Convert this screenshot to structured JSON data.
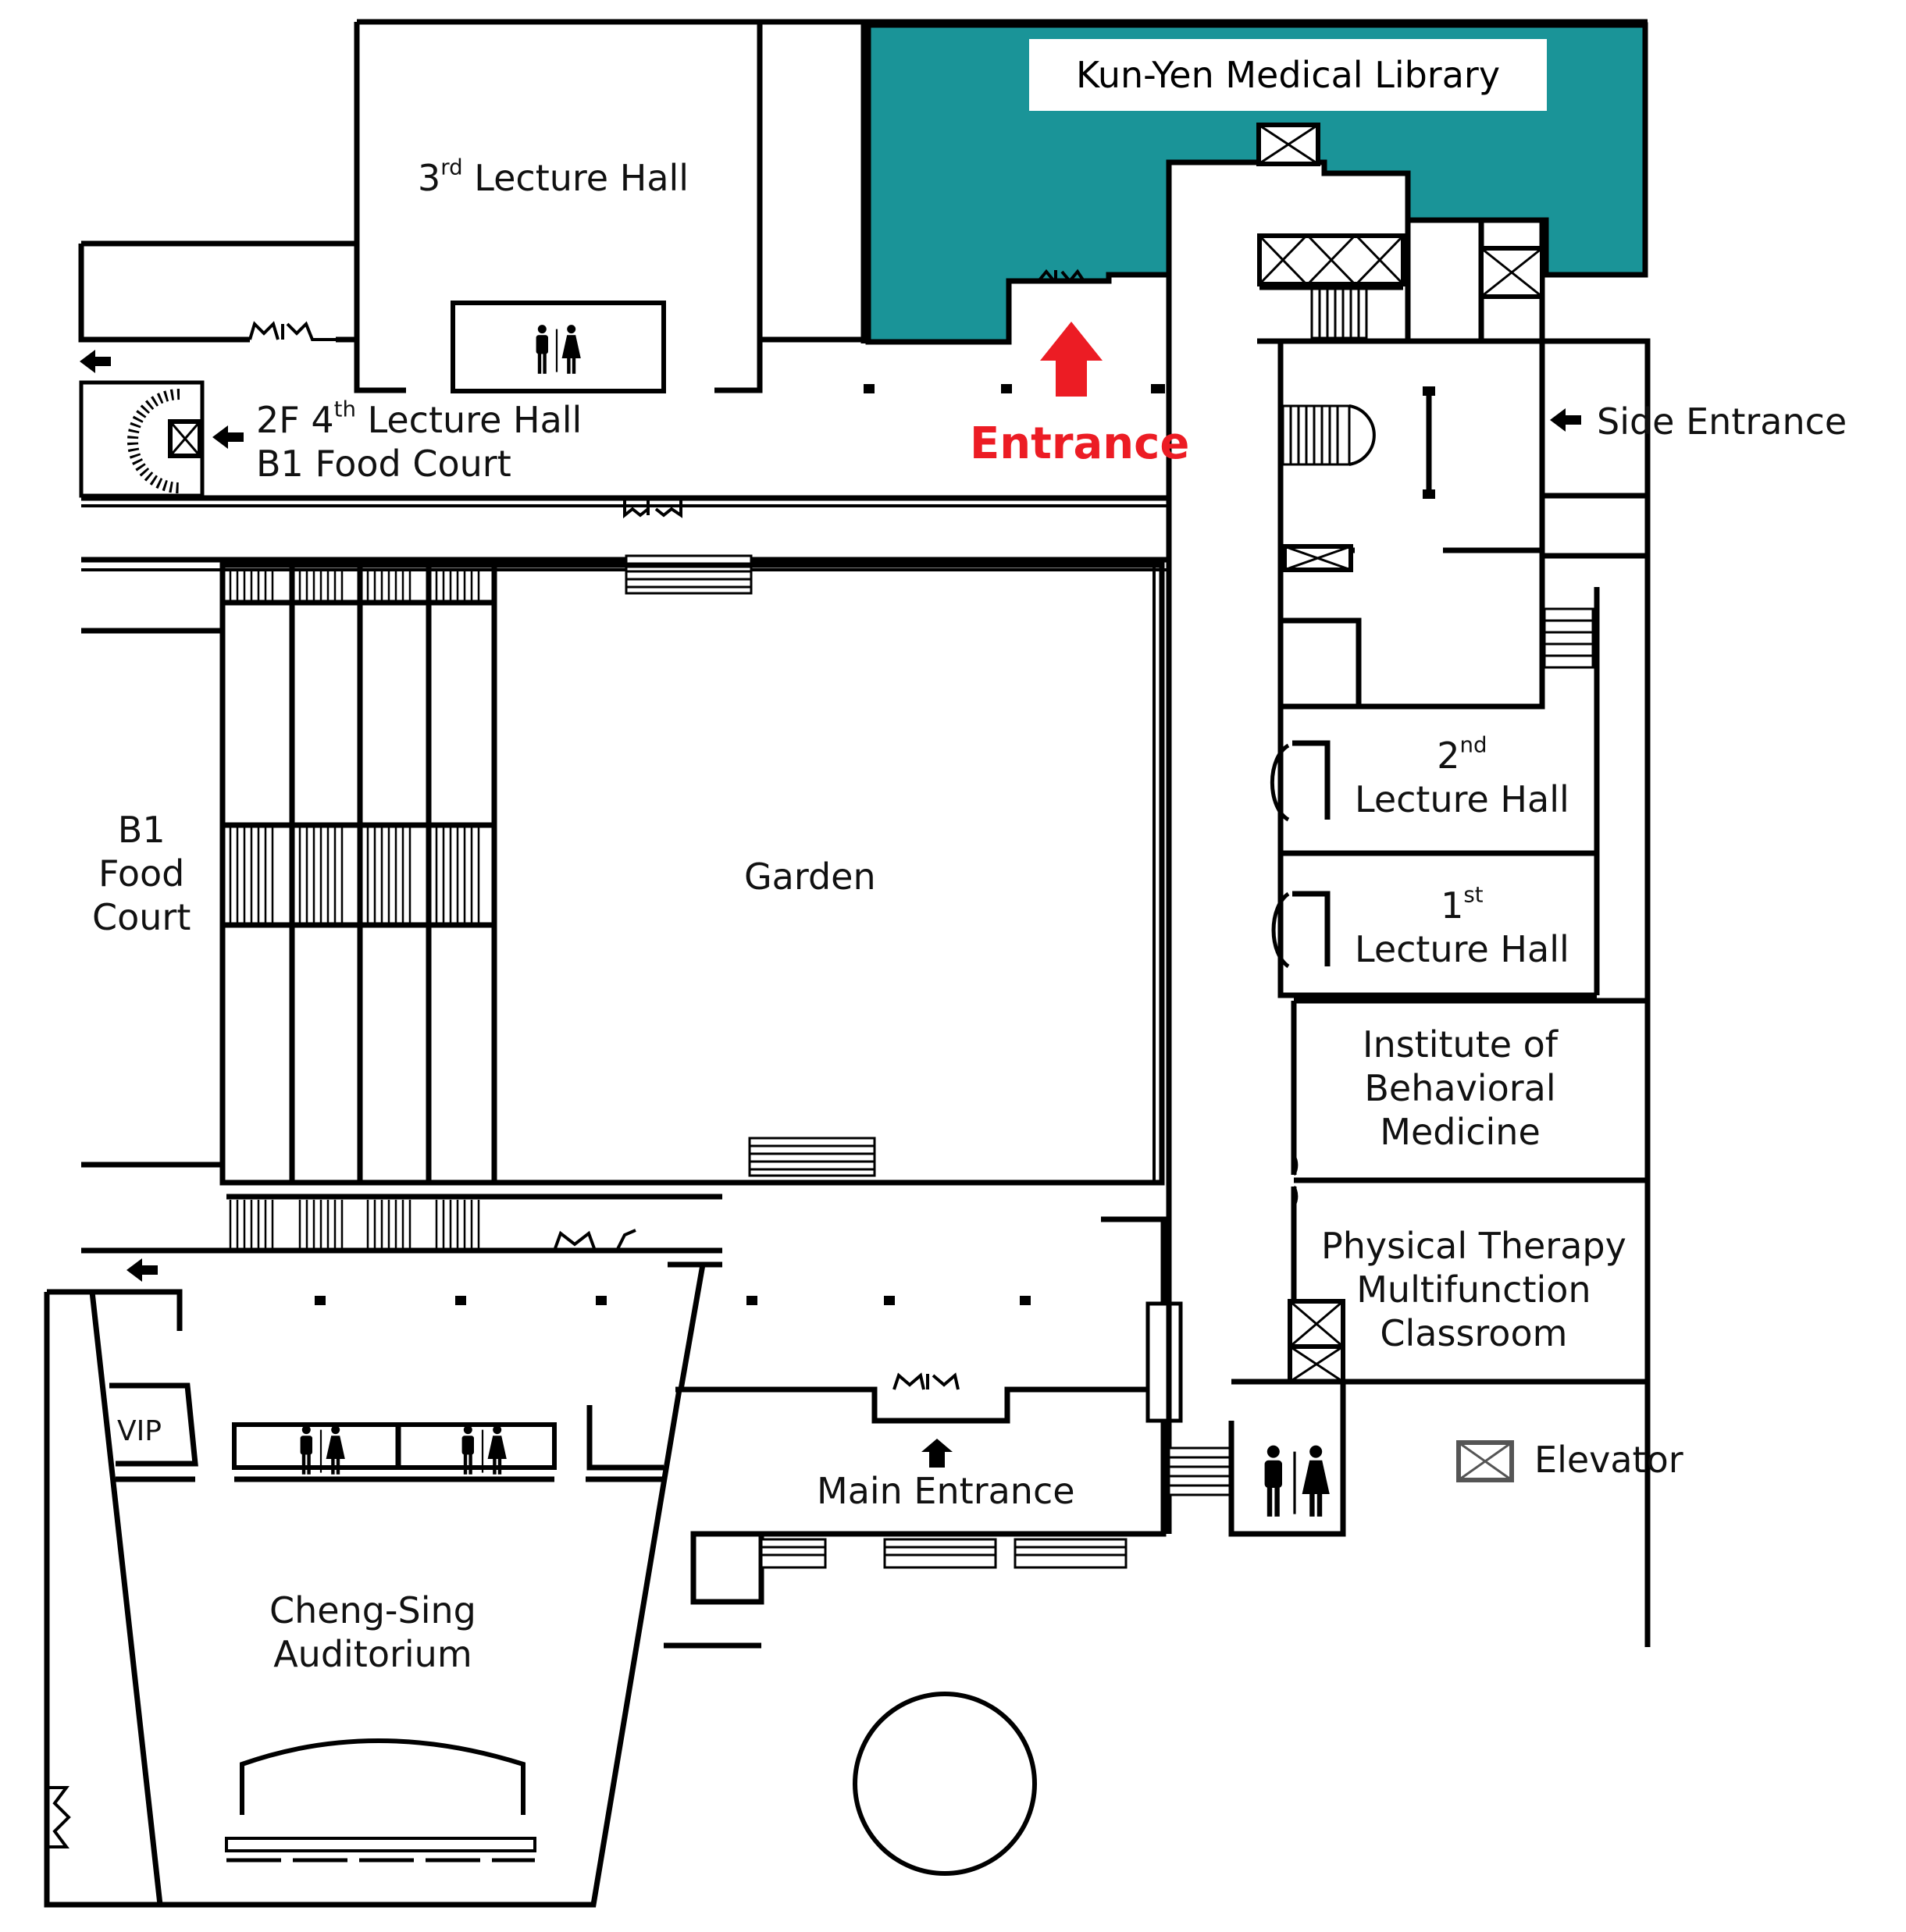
{
  "map": {
    "title": "Kun-Yen Medical Library area floor plan",
    "colors": {
      "library_fill": "#1a9498",
      "entrance_red": "#ec1c24",
      "wall": "#000000",
      "background": "#ffffff"
    }
  },
  "rooms": {
    "library": "Kun-Yen Medical Library",
    "lecture_hall_3": {
      "num": "3",
      "suffix": "rd",
      "name": "Lecture Hall"
    },
    "lecture_hall_4": {
      "prefix": "2F 4",
      "suffix": "th",
      "name": "Lecture Hall",
      "line2": "B1 Food Court"
    },
    "food_court": [
      "B1",
      "Food",
      "Court"
    ],
    "garden": "Garden",
    "lecture_hall_2": {
      "num": "2",
      "suffix": "nd",
      "name": "Lecture Hall"
    },
    "lecture_hall_1": {
      "num": "1",
      "suffix": "st",
      "name": "Lecture Hall"
    },
    "behavioral": [
      "Institute of",
      "Behavioral",
      "Medicine"
    ],
    "physical_therapy": [
      "Physical Therapy",
      "Multifunction",
      "Classroom"
    ],
    "vip": "VIP",
    "auditorium": [
      "Cheng-Sing",
      "Auditorium"
    ]
  },
  "entrances": {
    "entrance": "Entrance",
    "side_entrance": "Side Entrance",
    "main_entrance": "Main Entrance"
  },
  "legend": {
    "elevator": "Elevator"
  },
  "icons": {
    "restroom": "restroom-icon",
    "elevator": "elevator-icon",
    "arrow": "arrow-icon",
    "stairs": "stairs-icon",
    "door": "door-icon"
  }
}
